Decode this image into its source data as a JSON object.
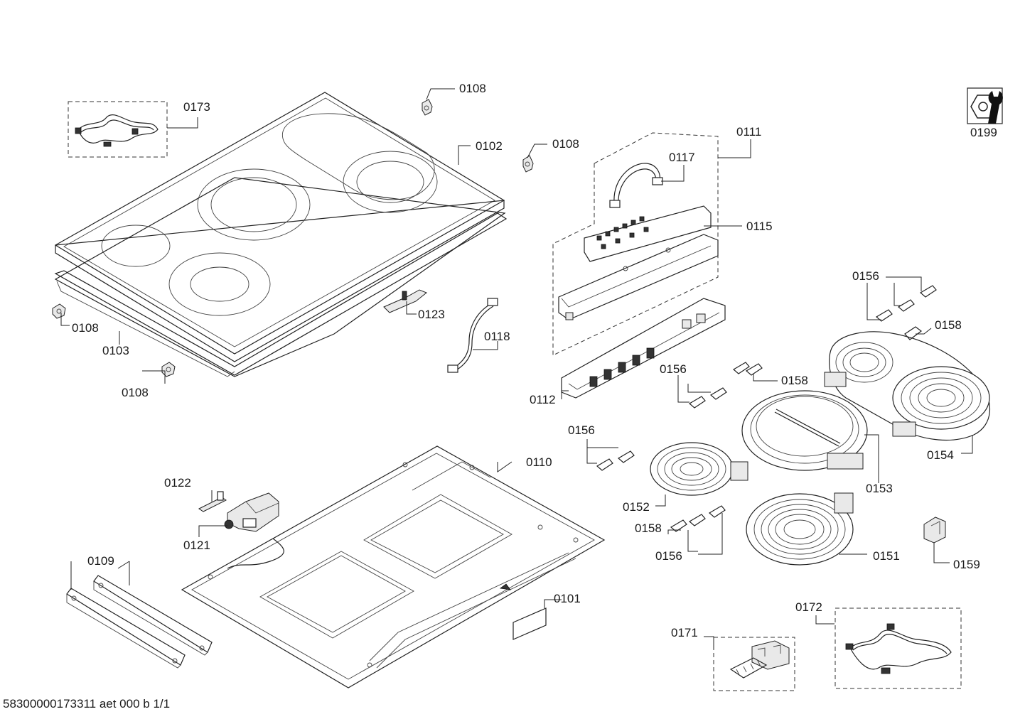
{
  "labels": {
    "p0101": "0101",
    "p0102": "0102",
    "p0103": "0103",
    "p0108a": "0108",
    "p0108b": "0108",
    "p0108c": "0108",
    "p0108d": "0108",
    "p0109": "0109",
    "p0110": "0110",
    "p0111": "0111",
    "p0112": "0112",
    "p0115": "0115",
    "p0117": "0117",
    "p0118": "0118",
    "p0121": "0121",
    "p0122": "0122",
    "p0123": "0123",
    "p0151": "0151",
    "p0152": "0152",
    "p0153": "0153",
    "p0154": "0154",
    "p0156a": "0156",
    "p0156b": "0156",
    "p0156c": "0156",
    "p0156d": "0156",
    "p0158a": "0158",
    "p0158b": "0158",
    "p0158c": "0158",
    "p0159": "0159",
    "p0171": "0171",
    "p0172": "0172",
    "p0173": "0173",
    "p0199": "0199"
  },
  "footer": "58300000173311 aet 000 b 1/1",
  "icons": {
    "service": "wrench-nut-icon"
  }
}
